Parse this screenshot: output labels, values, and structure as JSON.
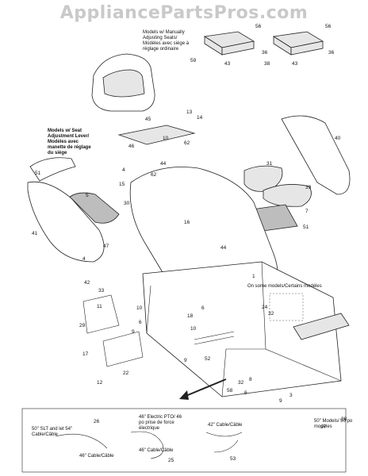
{
  "watermark": "AppliancePartsPros.com",
  "notes": {
    "manual_adjust": "Models w/ Manually Adjusting Seats/ Modèles avec siège à réglage ordinaire",
    "seat_lever": "Models w/ Seat Adjustment Lever/ Modèles avec manette de réglage du siège",
    "some_models": "On some models/Certains modèles",
    "fifty_inch": "50\" Models/ 50 po modèles",
    "cable_50_54": "50\" SLT and let 54\" Cable/Câble",
    "cable_46": "46\" Cable/Câble",
    "electric_pto": "46\" Electric PTO/ 46 po prise de force électrique",
    "cable_46b": "46\" Cable/Câble",
    "cable_42": "42\" Cable/Câble"
  },
  "callouts": [
    "56",
    "36",
    "59",
    "43",
    "38",
    "56",
    "36",
    "43",
    "45",
    "13",
    "14",
    "46",
    "62",
    "40",
    "51",
    "10",
    "4",
    "62",
    "44",
    "31",
    "15",
    "5",
    "39",
    "30",
    "7",
    "16",
    "41",
    "47",
    "4",
    "51",
    "44",
    "42",
    "33",
    "1",
    "11",
    "29",
    "10",
    "6",
    "18",
    "24",
    "32",
    "6",
    "9",
    "10",
    "9",
    "52",
    "17",
    "22",
    "12",
    "8",
    "58",
    "32",
    "6",
    "9",
    "3",
    "26",
    "25",
    "53",
    "37",
    "28"
  ],
  "icons": [
    "tractor-seat-icon",
    "seat-bracket-icon",
    "fender-deck-icon",
    "arrow-icon"
  ]
}
